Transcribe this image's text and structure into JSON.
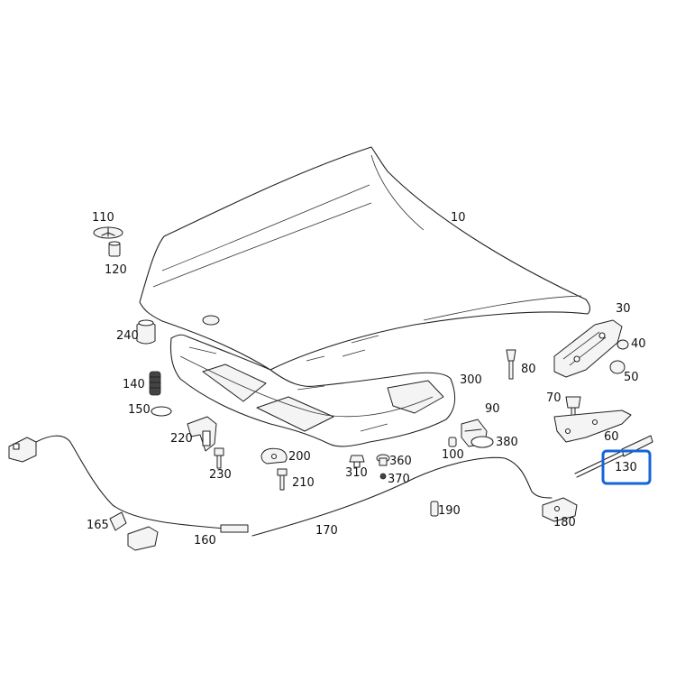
{
  "labels": {
    "p10": "10",
    "p30": "30",
    "p40": "40",
    "p50": "50",
    "p60": "60",
    "p70": "70",
    "p80": "80",
    "p90": "90",
    "p100": "100",
    "p110": "110",
    "p120": "120",
    "p130": "130",
    "p140": "140",
    "p150": "150",
    "p160": "160",
    "p165": "165",
    "p170": "170",
    "p180": "180",
    "p190": "190",
    "p200": "200",
    "p210": "210",
    "p220": "220",
    "p230": "230",
    "p240": "240",
    "p300": "300",
    "p310": "310",
    "p360": "360",
    "p370": "370",
    "p380": "380"
  },
  "highlight": {
    "part": "130",
    "color": "#1565d8"
  },
  "colors": {
    "line": "#222222",
    "background": "#ffffff"
  }
}
